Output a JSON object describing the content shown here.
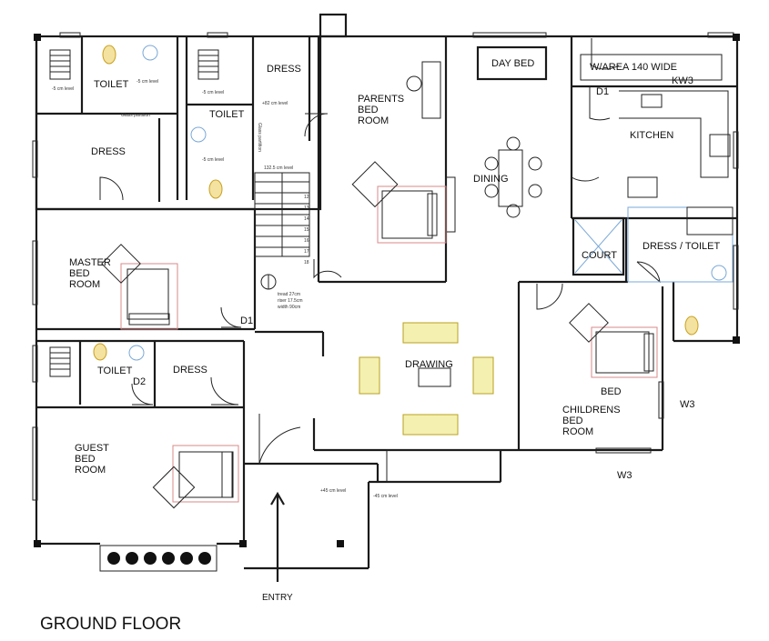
{
  "title": "GROUND FLOOR",
  "rooms": {
    "toilet_1": "TOILET",
    "dress_top": "DRESS",
    "toilet_2": "TOILET",
    "dress_left": "DRESS",
    "parents_1": "PARENTS",
    "parents_2": "BED",
    "parents_3": "ROOM",
    "day_bed": "DAY BED",
    "w_area": "W/AREA 140 WIDE",
    "kw3": "KW3",
    "d1_kitchen": "D1",
    "kitchen": "KITCHEN",
    "dining": "DINING",
    "court": "COURT",
    "dress_toilet": "DRESS / TOILET",
    "master_1": "MASTER",
    "master_2": "BED",
    "master_3": "ROOM",
    "d1_master": "D1",
    "toilet_3": "TOILET",
    "d2": "D2",
    "dress_guest": "DRESS",
    "drawing": "DRAWING",
    "bed": "BED",
    "children_1": "CHILDRENS",
    "children_2": "BED",
    "children_3": "ROOM",
    "w3_right": "W3",
    "w3_bottom": "W3",
    "guest_1": "GUEST",
    "guest_2": "BED",
    "guest_3": "ROOM",
    "entry": "ENTRY"
  },
  "notes": {
    "level_1": "-5 cm level",
    "level_2": "-5 cm level",
    "level_3": "-5 cm level",
    "level_4": "+82 cm level",
    "level_5": "-5 cm level",
    "level_6": "132.5 cm level",
    "partition_1": "Glass partition",
    "partition_2": "Glass partition",
    "stair_1": "tread 27cm",
    "stair_2": "riser 17.5cm",
    "stair_3": "width 90cm",
    "level_7": "+45 cm level",
    "level_8": "-45 cm level"
  },
  "stair_numbers": [
    "12",
    "13",
    "14",
    "15",
    "16",
    "17",
    "18"
  ],
  "colors": {
    "wall": "#1a1a1a",
    "bed_outline": "#d98a8a",
    "fixture_blue": "#7aa8d8",
    "wc_yellow": "#e8c84a",
    "sofa_yellow": "#f4f0b0"
  }
}
